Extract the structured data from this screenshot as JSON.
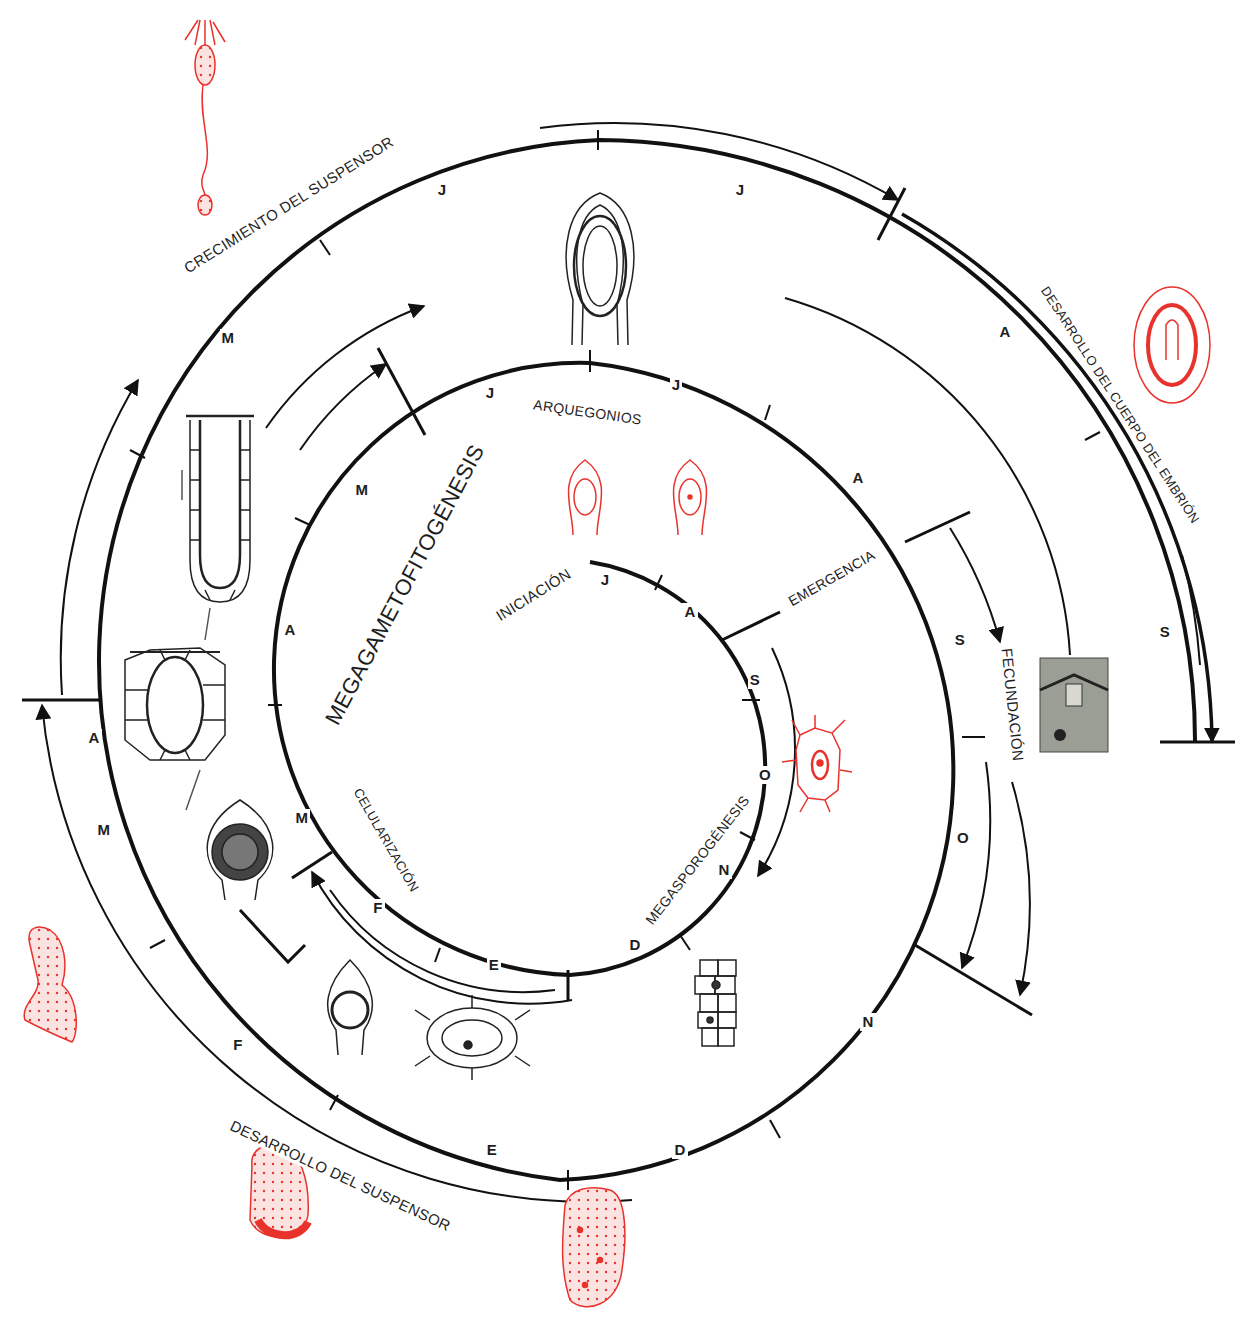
{
  "diagram": {
    "labels": [
      "CRECIMIENTO DEL SUSPENSOR",
      "DESARROLLO DEL CUERPO DEL EMBRIÓN",
      "ARQUEGONIOS",
      "MEGAGAMETOFITOGÉNESIS",
      "INICIACIÓN",
      "EMERGENCIA",
      "MEGASPOROGÉNESIS",
      "CELULARIZACIÓN",
      "FECUNDACIÓN",
      "DESARROLLO DEL SUSPENSOR",
      "J",
      "A",
      "S",
      "O",
      "N",
      "D",
      "E",
      "F",
      "M",
      "A",
      "M",
      "J",
      "J",
      "A",
      "S",
      "O",
      "N",
      "D",
      "E",
      "F",
      "M",
      "A",
      "M",
      "J",
      "J",
      "A",
      "S"
    ]
  }
}
